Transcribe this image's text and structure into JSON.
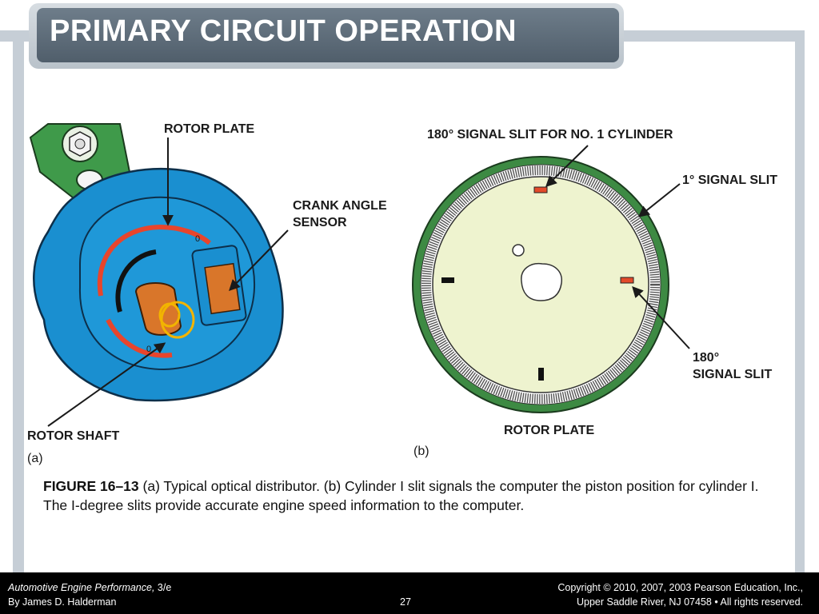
{
  "slide": {
    "title": "PRIMARY CIRCUIT OPERATION"
  },
  "figure": {
    "panel_a": {
      "rotor_plate_label": "ROTOR PLATE",
      "crank_angle_label_1": "CRANK ANGLE",
      "crank_angle_label_2": "SENSOR",
      "rotor_shaft_label": "ROTOR SHAFT",
      "panel_label": "(a)"
    },
    "panel_b": {
      "slit_180_no1_label": "180° SIGNAL SLIT FOR NO. 1 CYLINDER",
      "slit_1deg_label": "1° SIGNAL SLIT",
      "slit_180_label_1": "180°",
      "slit_180_label_2": "SIGNAL SLIT",
      "rotor_plate_label": "ROTOR PLATE",
      "panel_label": "(b)"
    },
    "colors": {
      "distributor_blue": "#1a8fd0",
      "rotor_plate_red": "#e8452c",
      "rotor_shaft_orange": "#d9762a",
      "plate_green": "#3d8a43",
      "plate_fill": "#eef3cf",
      "slit_red": "#e34a2a"
    }
  },
  "caption": {
    "figure_label": "FIGURE 16–13",
    "text": " (a) Typical optical distributor. (b) Cylinder I slit signals the computer the piston position for cylinder I. The I-degree slits provide accurate engine speed information to the computer."
  },
  "footer": {
    "book_title": "Automotive Engine Performance,",
    "edition": " 3/e",
    "author": "By James D. Halderman",
    "page_number": "27",
    "copyright_line_1": "Copyright © 2010, 2007, 2003 Pearson Education, Inc.,",
    "copyright_line_2": "Upper Saddle River, NJ 07458 • All rights reserved."
  }
}
